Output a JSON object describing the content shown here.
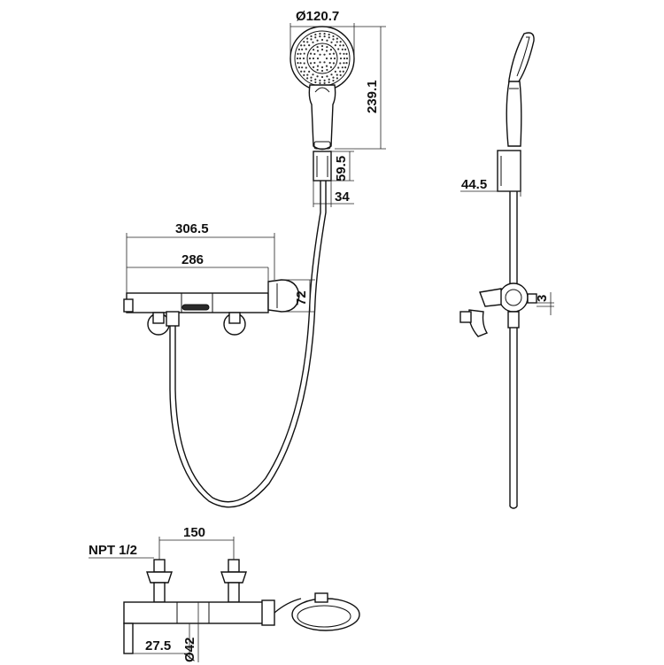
{
  "dimensions": {
    "head_diameter": "Ø120.7",
    "handset_length": "239.1",
    "holder_height": "59.5",
    "holder_width": "34",
    "side_holder_offset": "44.5",
    "body_overall_length": "306.5",
    "body_length": "286",
    "body_height": "72",
    "side_offset": "3",
    "inlet_spacing": "150",
    "thread": "NPT 1/2",
    "pipe_offset": "27.5",
    "pipe_diameter": "Ø42"
  },
  "colors": {
    "line": "#111111",
    "background": "#ffffff"
  }
}
